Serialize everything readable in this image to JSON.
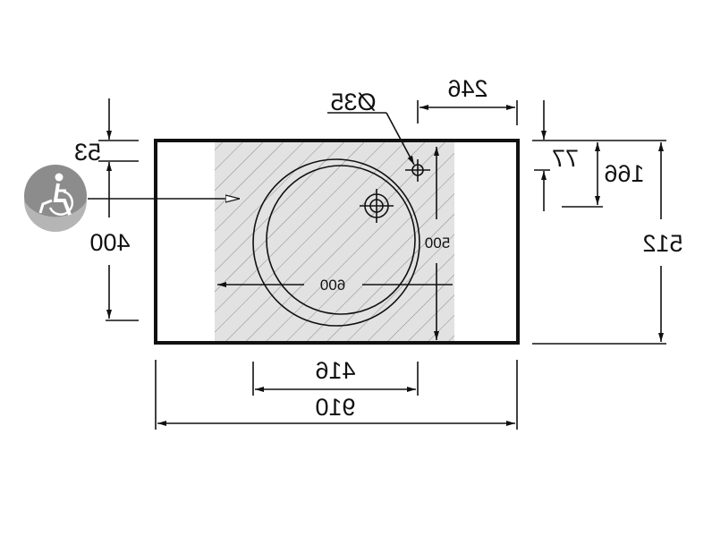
{
  "drawing": {
    "text_mirrored": true,
    "colors": {
      "line": "#111111",
      "hatch_fill": "#e2e2e2",
      "hatch_line": "#8a8a8a",
      "icon_bg": "#8c8c8c"
    },
    "icons": {
      "accessibility": "wheelchair-icon"
    },
    "dimensions": {
      "tap_hole_diameter": "Ø35",
      "tap_offset_right": "246",
      "top_offset_left": "53",
      "depth_left": "400",
      "top_offset_right": "77",
      "tap_depth_right": "166",
      "total_depth": "512",
      "bowl_depth": "500",
      "bowl_width": "600",
      "inner_width": "416",
      "total_width": "910"
    }
  }
}
